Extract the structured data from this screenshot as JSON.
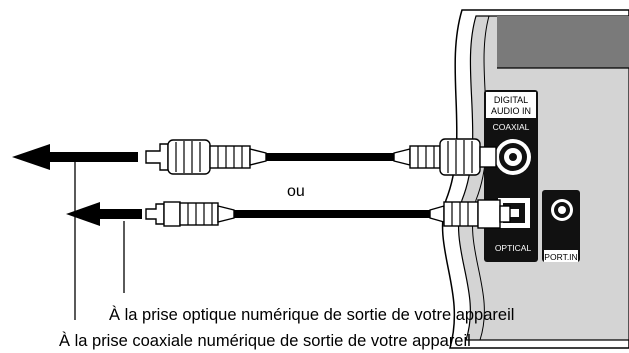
{
  "panel": {
    "digital_audio_in_line1": "DIGITAL",
    "digital_audio_in_line2": "AUDIO IN",
    "coaxial_label": "COAXIAL",
    "optical_label": "OPTICAL",
    "port_in_label": "PORT.IN"
  },
  "connector_word": "ou",
  "captions": {
    "optical_source": "À la prise optique numérique de sortie de votre appareil",
    "coaxial_source": "À la prise coaxiale numérique de sortie de votre appareil"
  }
}
